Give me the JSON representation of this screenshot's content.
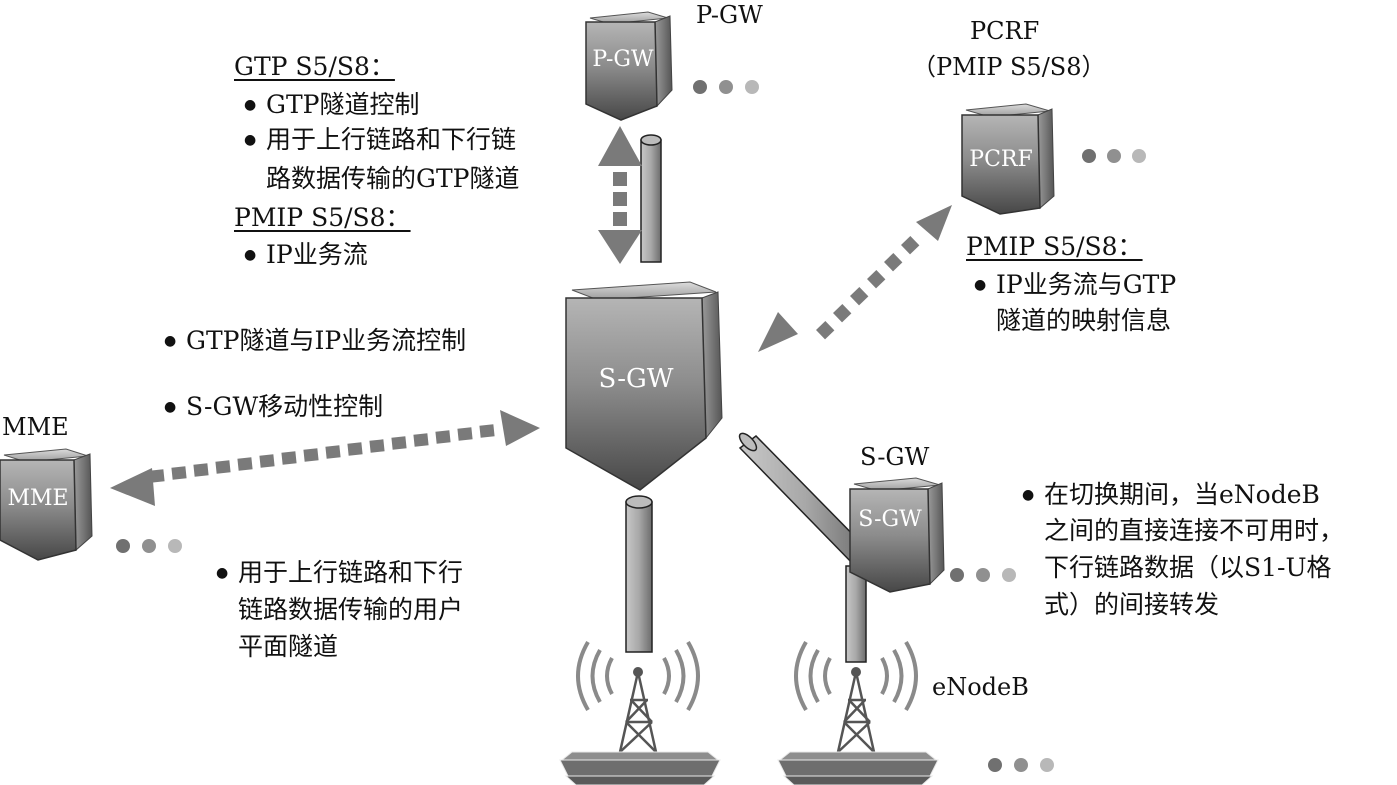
{
  "nodes": {
    "pgw": {
      "label": "P-GW",
      "caption": "P-GW"
    },
    "pcrf": {
      "label": "PCRF",
      "caption": "PCRF",
      "caption_sub": "（PMIP S5/S8）"
    },
    "sgw": {
      "label": "S-GW"
    },
    "sgw2": {
      "label": "S-GW",
      "caption": "S-GW"
    },
    "mme": {
      "label": "MME",
      "caption": "MME"
    },
    "enodeb": {
      "caption": "eNodeB"
    }
  },
  "notes": {
    "pgw_gtp_heading": "GTP S5/S8：",
    "pgw_gtp_bullets": [
      "GTP隧道控制",
      "用于上行链路和下行链",
      "路数据传输的GTP隧道"
    ],
    "pgw_pmip_heading": "PMIP S5/S8：",
    "pgw_pmip_bullets": [
      "IP业务流"
    ],
    "pcrf_pmip_heading": "PMIP S5/S8：",
    "pcrf_pmip_bullets": [
      "IP业务流与GTP",
      "隧道的映射信息"
    ],
    "mme_bullets": [
      "GTP隧道与IP业务流控制",
      "S-GW移动性控制"
    ],
    "enb_bullets": [
      "用于上行链路和下行",
      "链路数据传输的用户",
      "平面隧道"
    ],
    "handover_bullets": [
      "在切换期间，当eNodeB",
      "之间的直接连接不可用时，",
      "下行链路数据（以S1-U格",
      "式）的间接转发"
    ]
  }
}
